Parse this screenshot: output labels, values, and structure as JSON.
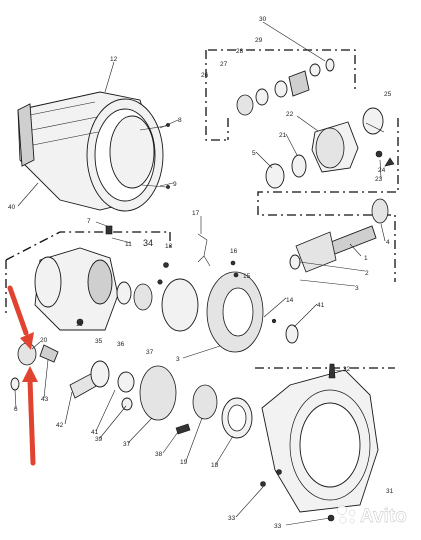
{
  "callouts": {
    "c1": "1",
    "c2": "2",
    "c3": "3",
    "c4": "4",
    "c5": "5",
    "c6": "6",
    "c7": "7",
    "c8": "8",
    "c9": "9",
    "c11": "11",
    "c12": "12",
    "c13": "13",
    "c14": "14",
    "c15": "15",
    "c16": "16",
    "c17": "17",
    "c18": "18",
    "c19": "19",
    "c20": "20",
    "c21": "21",
    "c22": "22",
    "c23": "23",
    "c24": "24",
    "c25": "25",
    "c26": "26",
    "c27": "27",
    "c28": "28",
    "c29": "29",
    "c30": "30",
    "c31": "31",
    "c32": "32",
    "c33": "33",
    "c34": "34",
    "c35": "35",
    "c36": "36",
    "c37a": "37",
    "c37b": "37",
    "c38": "38",
    "c39": "39",
    "c40": "40",
    "c41a": "41",
    "c41b": "41",
    "c42": "42",
    "c43": "43"
  },
  "watermark": {
    "text": "Avito",
    "icon": "avito-logo-icon"
  },
  "annotation": {
    "color": "#e0432f",
    "icon": "red-arrow-icon"
  }
}
